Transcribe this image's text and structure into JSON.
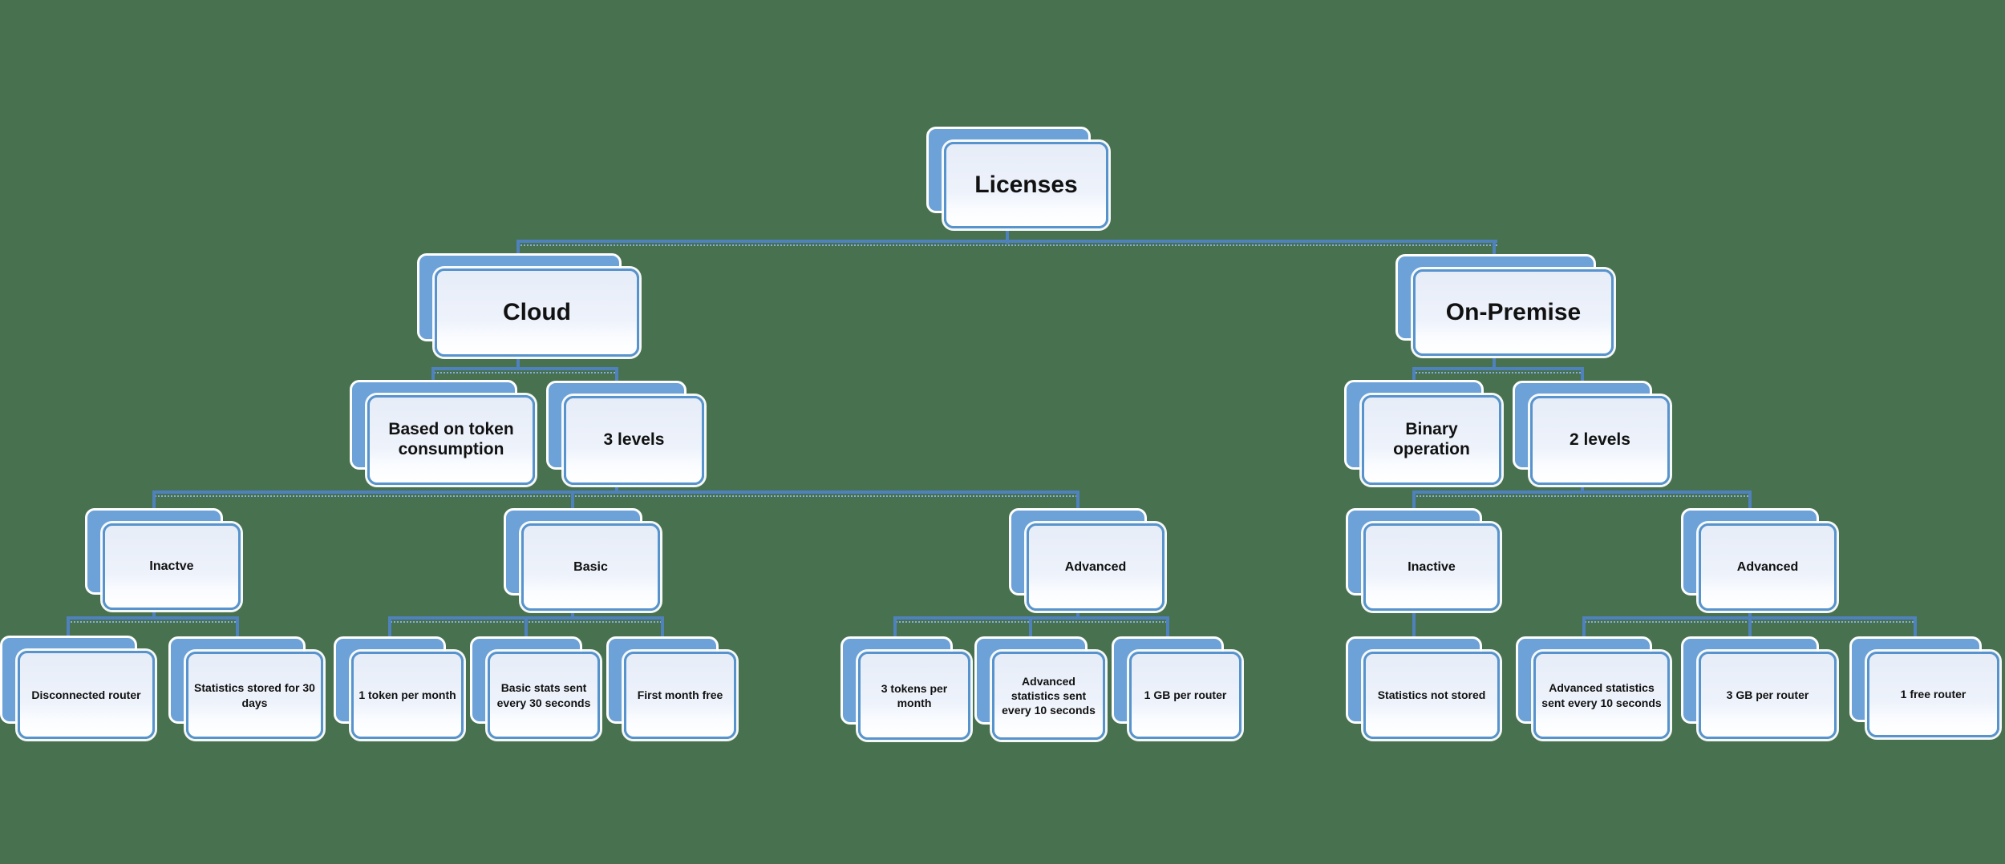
{
  "diagram": {
    "type": "hierarchy-org-chart",
    "colors": {
      "background": "#47714F",
      "node_shadow_fill": "#6CA2D8",
      "node_front_border": "#5793CC",
      "node_front_fill_top": "#E7EDF8",
      "node_front_fill_bottom": "#FFFFFF",
      "connector": "#4F81BD",
      "text": "#111111"
    }
  },
  "tree": {
    "label": "Licenses",
    "children": [
      {
        "label": "Cloud",
        "children": [
          {
            "label": "Based on token consumption",
            "children": []
          },
          {
            "label": "3 levels",
            "children": [
              {
                "label": "Inactve",
                "children": [
                  {
                    "label": "Disconnected router"
                  },
                  {
                    "label": "Statistics stored for 30 days"
                  }
                ]
              },
              {
                "label": "Basic",
                "children": [
                  {
                    "label": "1 token per month"
                  },
                  {
                    "label": "Basic stats sent every 30 seconds"
                  },
                  {
                    "label": "First month free"
                  }
                ]
              },
              {
                "label": "Advanced",
                "children": [
                  {
                    "label": "3 tokens per month"
                  },
                  {
                    "label": "Advanced statistics sent every 10 seconds"
                  },
                  {
                    "label": "1 GB per router"
                  }
                ]
              }
            ]
          }
        ]
      },
      {
        "label": "On-Premise",
        "children": [
          {
            "label": "Binary operation",
            "children": []
          },
          {
            "label": "2 levels",
            "children": [
              {
                "label": "Inactive",
                "children": [
                  {
                    "label": "Statistics not stored"
                  }
                ]
              },
              {
                "label": "Advanced",
                "children": [
                  {
                    "label": "Advanced statistics sent every 10 seconds"
                  },
                  {
                    "label": "3 GB per router"
                  },
                  {
                    "label": "1 free router"
                  }
                ]
              }
            ]
          }
        ]
      }
    ]
  }
}
